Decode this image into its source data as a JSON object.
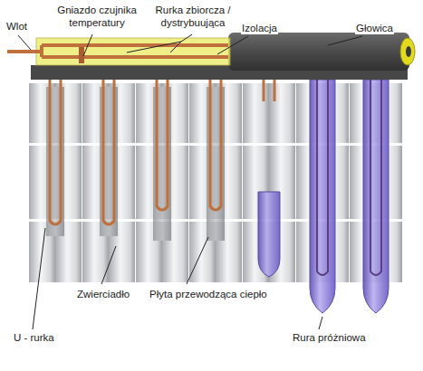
{
  "diagram": {
    "labels": [
      "Wlot",
      "Gniazdo czujnika temperatury",
      "Rurka zbiorcza / dystrybuująca",
      "Izolacja",
      "Głowica",
      "U - rurka",
      "Zwierciadło",
      "Płyta przewodząca ciepło",
      "Rura próżniowa"
    ]
  }
}
